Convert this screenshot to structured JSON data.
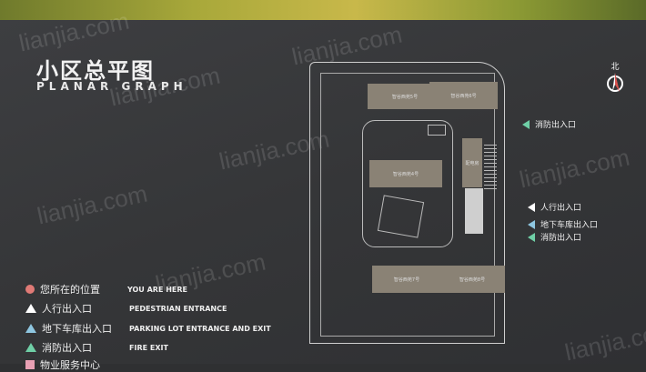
{
  "title": "小区总平图",
  "subtitle": "PLANAR GRAPH",
  "watermark": "lianjia.com",
  "compass": {
    "label": "北",
    "icon": "north-arrow-icon"
  },
  "legend": [
    {
      "zh": "您所在的位置",
      "en": "YOU ARE HERE",
      "icon": "red-dot-icon",
      "color": "#e07a76"
    },
    {
      "zh": "人行出入口",
      "en": "PEDESTRIAN ENTRANCE",
      "icon": "white-triangle-icon",
      "color": "#ffffff"
    },
    {
      "zh": "地下车库出入口",
      "en": "PARKING LOT ENTRANCE AND EXIT",
      "icon": "blue-triangle-icon",
      "color": "#8ec6e0"
    },
    {
      "zh": "消防出入口",
      "en": "FIRE EXIT",
      "icon": "green-triangle-icon",
      "color": "#6fcfa6"
    },
    {
      "zh": "物业服务中心",
      "en": "",
      "icon": "pink-square-icon",
      "color": "#e8a0b4"
    }
  ],
  "entrances": [
    {
      "label": "消防出入口",
      "color": "#6fcfa6"
    },
    {
      "label": "人行出入口",
      "color": "#ffffff"
    },
    {
      "label": "地下车库出入口",
      "color": "#8ec6e0"
    },
    {
      "label": "消防出入口",
      "color": "#6fcfa6"
    }
  ],
  "buildings": [
    "智谷西苑5号",
    "智谷西苑6号",
    "智谷西苑4号",
    "配电房",
    "智谷西苑7号",
    "智谷西苑8号"
  ]
}
